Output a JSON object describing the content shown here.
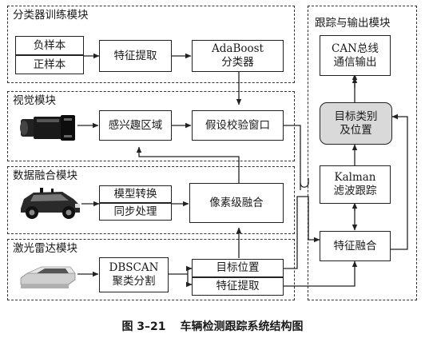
{
  "modules": {
    "classifier": "分类器训练模块",
    "vision": "视觉模块",
    "fusion": "数据融合模块",
    "lidar": "激光雷达模块",
    "tracking": "跟踪与输出模块"
  },
  "boxes": {
    "neg_sample": "负样本",
    "pos_sample": "正样本",
    "feature_extract_top": "特征提取",
    "adaboost": [
      "AdaBoost",
      "分类器"
    ],
    "roi": "感兴趣区域",
    "hypothesis": "假设校验窗口",
    "model_convert": "模型转换",
    "sync": "同步处理",
    "pixel_fusion": "像素级融合",
    "dbscan": [
      "DBSCAN",
      "聚类分割"
    ],
    "target_pos": "目标位置",
    "feature_extract_bottom": "特征提取",
    "can": [
      "CAN总线",
      "通信输出"
    ],
    "target_class": [
      "目标类别",
      "及位置"
    ],
    "kalman": [
      "Kalman",
      "滤波跟踪"
    ],
    "feature_fusion": "特征融合"
  },
  "icons": {
    "vision": "camera-icon",
    "fusion": "vehicle-icon",
    "lidar": "lidar-sensor-icon"
  },
  "caption": {
    "number": "图 3–21",
    "title": "车辆检测跟踪系统结构图"
  }
}
